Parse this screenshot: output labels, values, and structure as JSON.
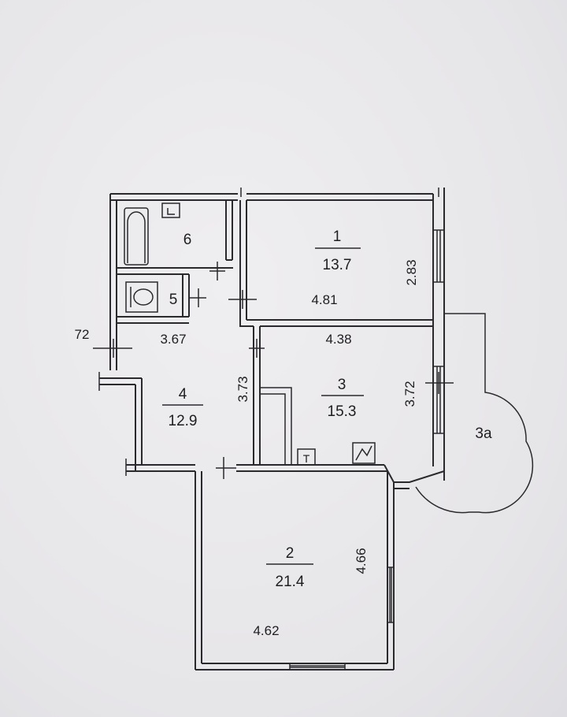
{
  "rooms": {
    "r1": {
      "number": "1",
      "area": "13.7"
    },
    "r2": {
      "number": "2",
      "area": "21.4"
    },
    "r3": {
      "number": "3",
      "area": "15.3"
    },
    "r3a": {
      "number": "3а"
    },
    "r4": {
      "number": "4",
      "area": "12.9"
    },
    "r5": {
      "number": "5"
    },
    "r6": {
      "number": "6"
    }
  },
  "dimensions": {
    "r1_width": "4.81",
    "r1_depth": "2.83",
    "r3_width": "4.38",
    "r3_depth": "3.72",
    "r4_width": "3.67",
    "r4_depth": "3.73",
    "r2_width": "4.62",
    "r2_depth": "4.66",
    "left_edge": "72"
  },
  "fixtures": {
    "t_mark": "T"
  }
}
